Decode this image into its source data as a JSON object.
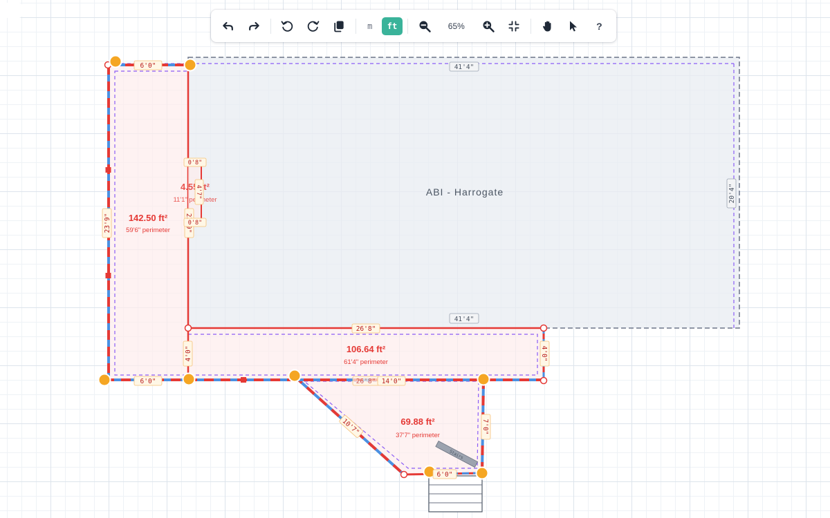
{
  "toolbar": {
    "undo_icon": "undo-arrow-icon",
    "redo_icon": "redo-arrow-icon",
    "rotate_left_icon": "rotate-ccw-icon",
    "rotate_right_icon": "rotate-cw-icon",
    "copy_icon": "copy-icon",
    "unit_metric": "m",
    "unit_feet": "ft",
    "active_unit": "ft",
    "zoom_out_icon": "zoom-out-icon",
    "zoom_level": "65%",
    "zoom_in_icon": "zoom-in-icon",
    "fit_icon": "collapse-icon",
    "pan_icon": "hand-icon",
    "select_icon": "cursor-arrow-icon",
    "help_label": "?"
  },
  "colors": {
    "accent": "#3ab39a",
    "wall_red": "#e53935",
    "wall_blue": "#4a90e2",
    "dash_purple": "#8b5cf6",
    "handle_orange": "#f5a623",
    "building_fill": "#e8ecf2",
    "building_outline": "#6b7488",
    "room_fill": "#fdecec"
  },
  "plan": {
    "building": {
      "name": "ABI - Harrogate",
      "width_top": "41'4\"",
      "width_bottom": "41'4\"",
      "height": "20'4\""
    },
    "rooms": [
      {
        "area": "142.50 ft²",
        "perimeter": "59'6\" perimeter"
      },
      {
        "area": "4.55 ft²",
        "perimeter": "11'1\" perimeter"
      },
      {
        "area": "106.64 ft²",
        "perimeter": "61'4\" perimeter"
      },
      {
        "area": "69.88 ft²",
        "perimeter": "37'7\" perimeter"
      }
    ],
    "dimensions": {
      "left_top_width": "6'0\"",
      "left_bottom_width": "6'0\"",
      "left_height": "23'9\"",
      "left_inner_height": "23'9\"",
      "small_top": "0'8\"",
      "small_bottom": "0'8\"",
      "small_side": "4'7\"",
      "middle_top": "26'8\"",
      "middle_left": "4'0\"",
      "middle_right": "4'0\"",
      "middle_bottom": "26'8\"",
      "lower_top": "14'0\"",
      "lower_diagonal": "10'7\"",
      "lower_right": "7'0\"",
      "lower_bottom": "6'0\"",
      "stair_label": "Stairs"
    }
  }
}
